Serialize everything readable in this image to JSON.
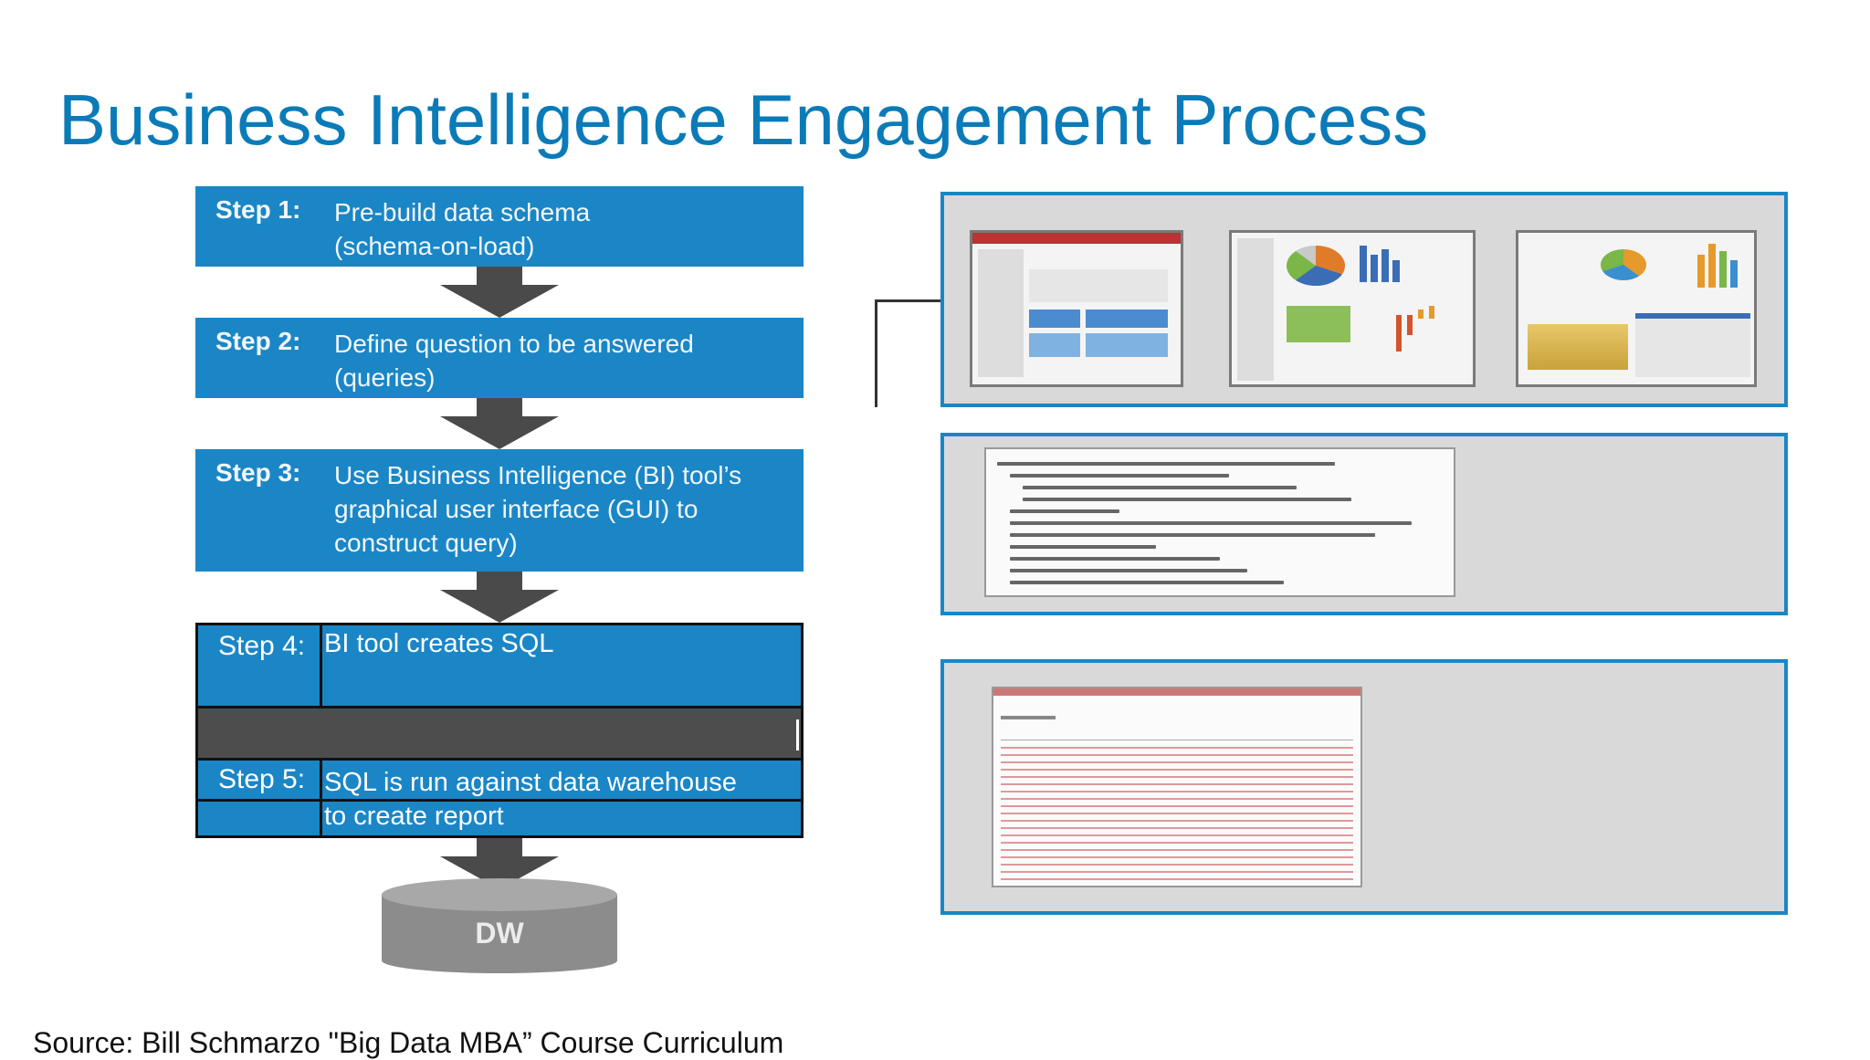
{
  "title": "Business Intelligence Engagement Process",
  "steps": [
    {
      "label": "Step 1:",
      "text_lines": [
        "Pre-build data schema",
        "(schema-on-load)"
      ]
    },
    {
      "label": "Step 2:",
      "text_lines": [
        "Define question to be answered",
        "(queries)"
      ]
    },
    {
      "label": "Step 3:",
      "text_lines": [
        "Use Business Intelligence (BI) tool’s",
        "graphical user interface (GUI) to",
        "construct query)"
      ]
    }
  ],
  "table": {
    "step4_label": "Step 4:",
    "step4_text": "BI tool creates SQL",
    "step5_label": "Step 5:",
    "step5_text_line1": "SQL is run against data warehouse",
    "step5_text_line2": "to create report"
  },
  "database_label": "DW",
  "source": "Source: Bill Schmarzo \"Big Data MBA” Course Curriculum",
  "colors": {
    "title": "#0b7bb8",
    "step_fill": "#1a86c6",
    "arrow": "#4a4a4a",
    "panel_bg": "#d9d9d9",
    "db_fill": "#8c8c8c"
  }
}
